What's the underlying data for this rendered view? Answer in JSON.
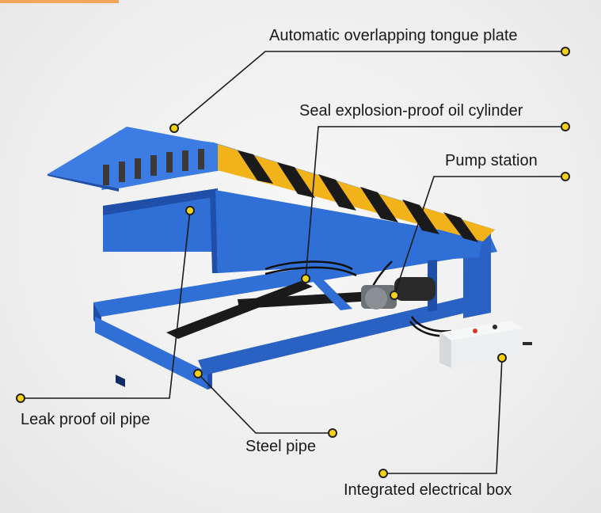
{
  "image": {
    "subject": "hydraulic-dock-leveler",
    "colors": {
      "frame_blue": "#2f6fd6",
      "frame_blue_dark": "#1f4fa8",
      "stripe_yellow": "#f2b21a",
      "stripe_black": "#1a1a1a",
      "callout_dot": "#f5d11a",
      "callout_line": "#1a1a1a",
      "box_gray": "#eceeef"
    }
  },
  "callouts": [
    {
      "id": "tongue-plate",
      "label": "Automatic overlapping tongue plate"
    },
    {
      "id": "oil-cylinder",
      "label": "Seal explosion-proof oil cylinder"
    },
    {
      "id": "pump-station",
      "label": "Pump station"
    },
    {
      "id": "oil-pipe",
      "label": "Leak proof oil pipe"
    },
    {
      "id": "steel-pipe",
      "label": "Steel pipe"
    },
    {
      "id": "electrical-box",
      "label": "Integrated electrical box"
    }
  ]
}
